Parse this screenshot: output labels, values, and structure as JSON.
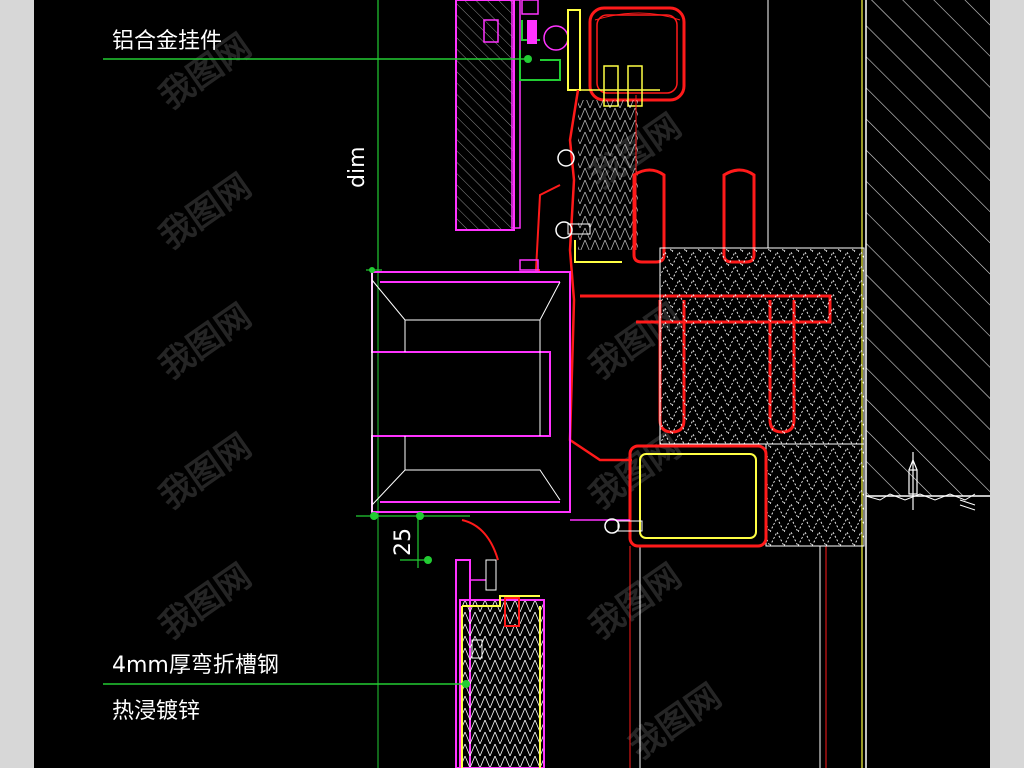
{
  "labels": {
    "bracket": "铝合金挂件",
    "channel_line1": "4mm厚弯折槽钢",
    "channel_line2": "热浸镀锌"
  },
  "dimensions": {
    "dim_label": "dim",
    "gap_label": "25"
  },
  "watermark": "我图网",
  "colors": {
    "background": "#000000",
    "border": "#d7d7d7",
    "leader": "#22cc33",
    "magenta": "#ff33ff",
    "red": "#ff1a1a",
    "yellow": "#ffff44",
    "white": "#ffffff"
  }
}
